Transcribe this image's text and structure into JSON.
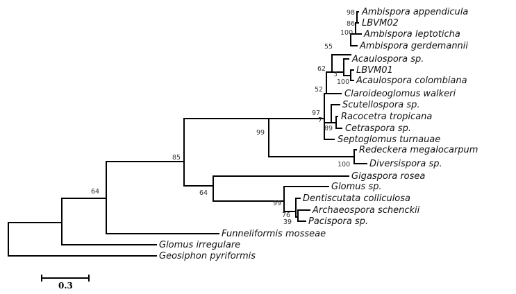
{
  "tree": {
    "taxa": [
      "Ambispora appendicula",
      "LBVM02",
      "Ambispora leptoticha",
      "Ambispora gerdemannii",
      "Acaulospora sp.",
      "LBVM01",
      "Acaulospora colombiana",
      "Claroideoglomus walkeri",
      "Scutellospora sp.",
      "Racocetra tropicana",
      "Cetraspora sp.",
      "Septoglomus turnauae",
      "Redeckera megalocarpum",
      "Diversispora sp.",
      "Gigaspora rosea",
      "Glomus sp.",
      "Dentiscutata colliculosa",
      "Archaeospora schenckii",
      "Pacispora sp.",
      "Funneliformis mosseae",
      "Glomus irregulare",
      "Geosiphon pyriformis"
    ],
    "support_values": [
      "98",
      "86",
      "100",
      "55",
      "62",
      "3",
      "100",
      "52",
      "97",
      "7",
      "89",
      "99",
      "100",
      "85",
      "64",
      "99",
      "76",
      "39",
      "64"
    ],
    "scale_bar": {
      "label": "0.3"
    }
  }
}
